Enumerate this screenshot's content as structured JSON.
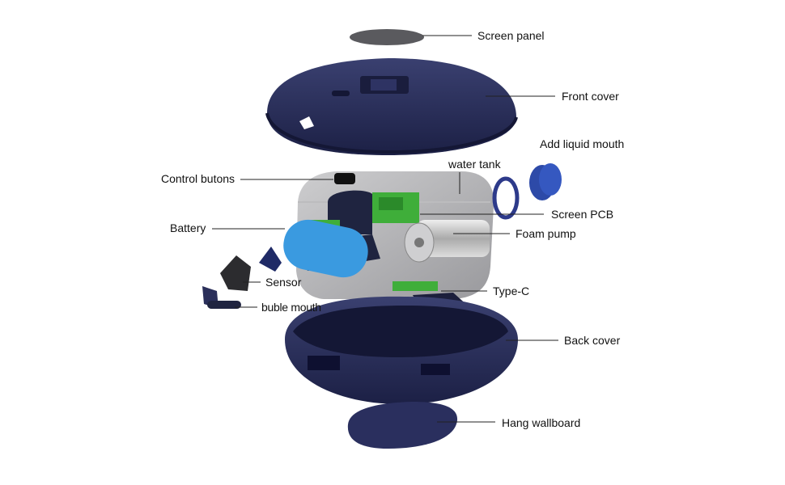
{
  "diagram": {
    "labels": {
      "screen_panel": "Screen panel",
      "front_cover": "Front cover",
      "add_liquid_mouth": "Add liquid mouth",
      "water_tank": "water tank",
      "control_buttons": "Control butons",
      "screen_pcb": "Screen PCB",
      "battery": "Battery",
      "foam_pump": "Foam pump",
      "sensor": "Sensor",
      "type_c": "Type-C",
      "bubble_mouth": "buble mouth",
      "back_cover": "Back cover",
      "hang_wallboard": "Hang wallboard"
    },
    "colors": {
      "cover": "#23284f",
      "tank": "#a9a9ab",
      "pcb": "#3fae3a",
      "battery": "#3a9ae0",
      "leader": "#222222"
    }
  }
}
